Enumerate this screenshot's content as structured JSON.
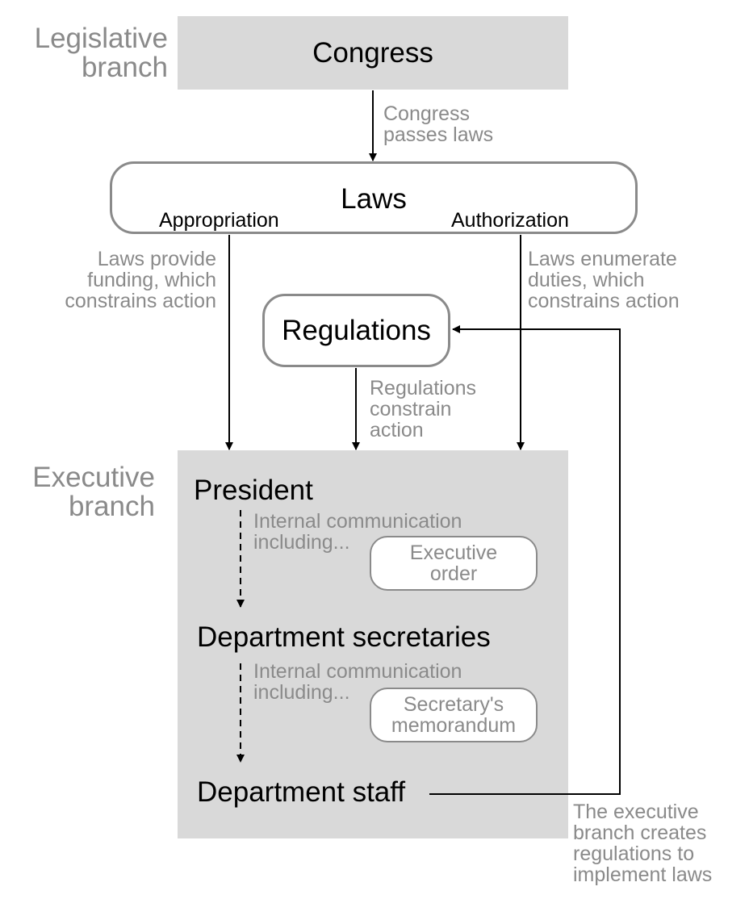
{
  "legislative_label": [
    "Legislative",
    "branch"
  ],
  "executive_label": [
    "Executive",
    "branch"
  ],
  "congress": "Congress",
  "congress_note": [
    "Congress",
    "passes laws"
  ],
  "laws": {
    "title": "Laws",
    "appropriation": "Appropriation",
    "authorization": "Authorization"
  },
  "funding_note": [
    "Laws provide",
    "funding, which",
    "constrains action"
  ],
  "duties_note": [
    "Laws enumerate",
    "duties, which",
    "constrains action"
  ],
  "regulations": "Regulations",
  "regulations_note": [
    "Regulations",
    "constrain",
    "action"
  ],
  "president": "President",
  "internal_comm_1": [
    "Internal communication",
    "including..."
  ],
  "executive_order": [
    "Executive",
    "order"
  ],
  "department_secretaries": "Department secretaries",
  "internal_comm_2": [
    "Internal communication",
    "including..."
  ],
  "secretary_memo": [
    "Secretary's",
    "memorandum"
  ],
  "department_staff": "Department staff",
  "creates_regulations_note": [
    "The executive",
    "branch creates",
    "regulations to",
    "implement laws"
  ]
}
